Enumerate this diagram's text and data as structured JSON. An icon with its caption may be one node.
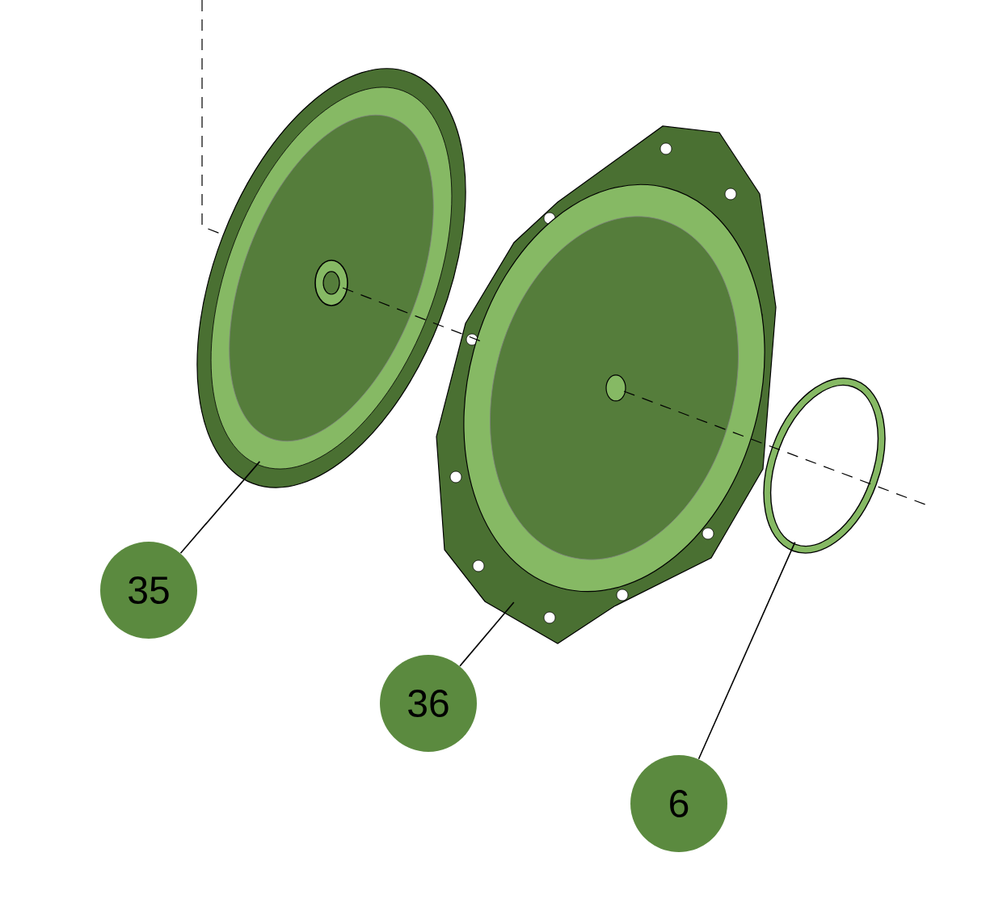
{
  "diagram": {
    "nodes": [
      {
        "text": [
          "35"
        ]
      },
      {
        "text": [
          "36"
        ]
      },
      {
        "text": [
          "6"
        ]
      },
      {
        "text": [],
        "shape": "picture"
      },
      {
        "text": [],
        "shape": "picture"
      },
      {
        "text": [],
        "shape": "picture"
      }
    ],
    "edges": [
      {
        "from": 0,
        "to": 3,
        "arrow": "none"
      },
      {
        "from": 1,
        "to": 4,
        "arrow": "none"
      },
      {
        "from": 2,
        "to": 5,
        "arrow": "none"
      }
    ]
  }
}
